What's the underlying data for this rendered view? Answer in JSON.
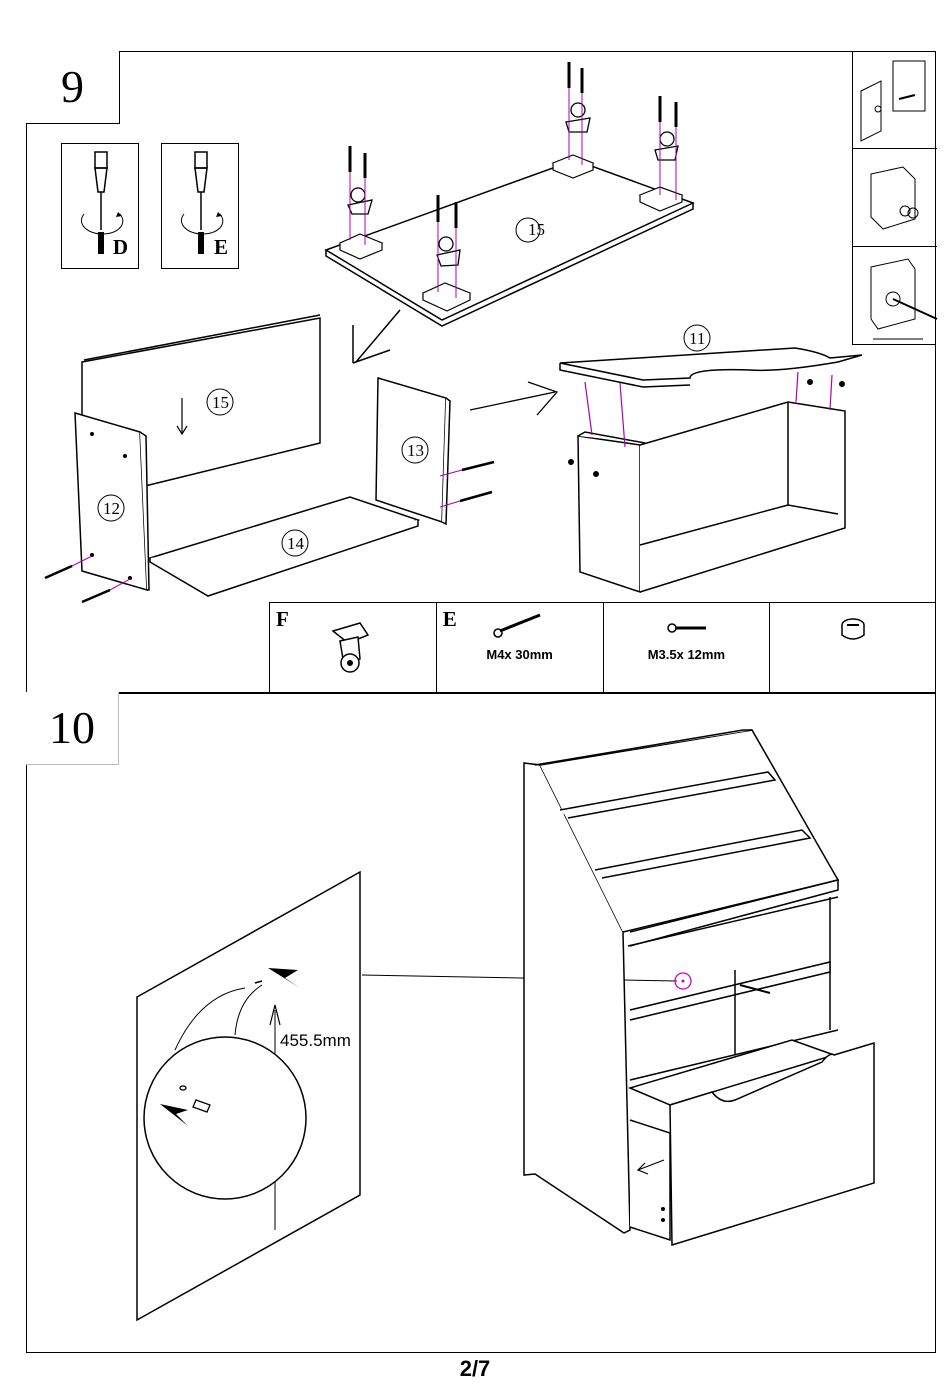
{
  "step9": {
    "number": "9",
    "tools": [
      {
        "label": "D"
      },
      {
        "label": "E"
      }
    ],
    "panels": {
      "p15_top": "15",
      "p15_back": "15",
      "p12": "12",
      "p13": "13",
      "p14": "14",
      "p11": "11"
    },
    "parts": [
      {
        "letter": "F",
        "dimension": ""
      },
      {
        "letter": "E",
        "dimension": "M4x 30mm"
      },
      {
        "letter": "",
        "dimension": "M3.5x 12mm"
      },
      {
        "letter": "",
        "dimension": ""
      }
    ]
  },
  "step10": {
    "number": "10",
    "measurement": "455.5mm"
  },
  "page": {
    "number": "2/7"
  },
  "colors": {
    "line": "#000000",
    "hinge": "#b000b0",
    "accent_circle": "#d000d0"
  }
}
